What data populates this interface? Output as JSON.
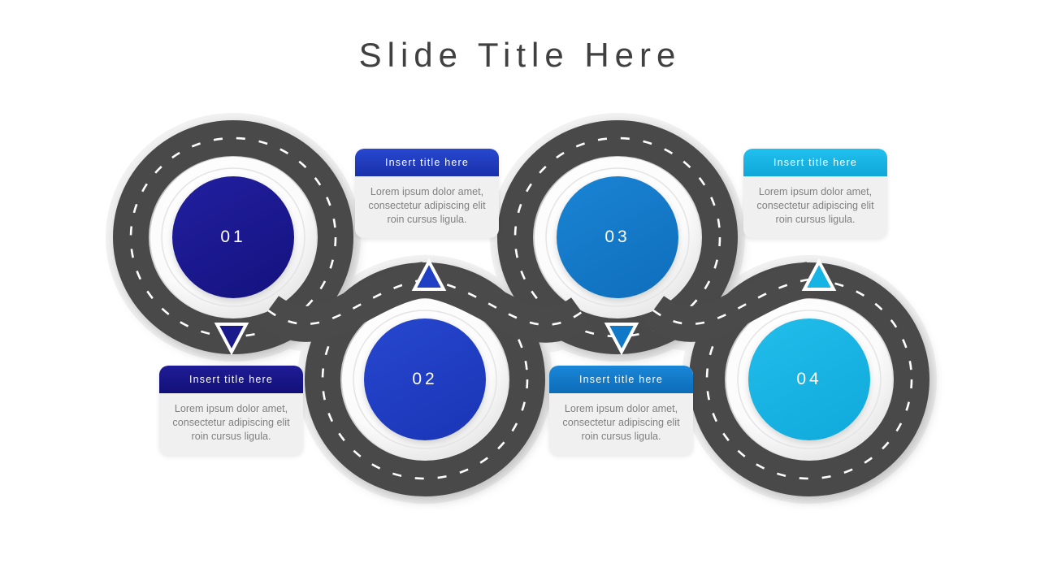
{
  "slide": {
    "title": "Slide Title Here",
    "background": "#ffffff",
    "title_color": "#404040"
  },
  "palette": {
    "step1": "#1A1A8C",
    "step2": "#1F3FC4",
    "step3": "#1279C8",
    "step4": "#16B4E4",
    "road": "#4A4A4A",
    "road_dash": "#ffffff",
    "road_halo": "#efefef",
    "card_body_bg": "#f0f0f0",
    "card_body_text": "#808080",
    "card_head_text": "#ffffff"
  },
  "steps": [
    {
      "number": "01",
      "color": "#1A1A8C",
      "card_title": "Insert title here",
      "card_text": "Lorem ipsum dolor amet, consectetur adipiscing elit roin cursus ligula.",
      "card_position": "bottom",
      "marker_direction": "down"
    },
    {
      "number": "02",
      "color": "#1F3FC4",
      "card_title": "Insert title here",
      "card_text": "Lorem ipsum dolor amet, consectetur adipiscing elit roin cursus ligula.",
      "card_position": "top",
      "marker_direction": "up"
    },
    {
      "number": "03",
      "color": "#1279C8",
      "card_title": "Insert title here",
      "card_text": "Lorem ipsum dolor amet, consectetur adipiscing elit roin cursus ligula.",
      "card_position": "bottom",
      "marker_direction": "down"
    },
    {
      "number": "04",
      "color": "#16B4E4",
      "card_title": "Insert title here",
      "card_text": "Lorem ipsum dolor amet, consectetur adipiscing elit roin cursus ligula.",
      "card_position": "top",
      "marker_direction": "up"
    }
  ]
}
